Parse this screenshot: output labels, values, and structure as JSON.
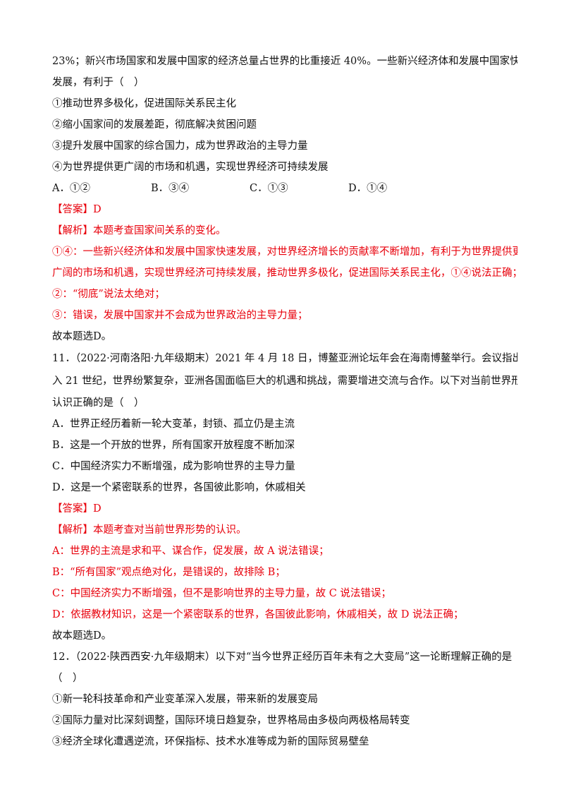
{
  "q10": {
    "line1": "23%；新兴市场国家和发展中国家的经济总量占世界的比重接近 40%。一些新兴经济体和发展中国家快速",
    "line2": "发展，有利于（　）",
    "items": [
      "①推动世界多极化，促进国际关系民主化",
      "②缩小国家间的发展差距，彻底解决贫困问题",
      "③提升发展中国家的综合国力，成为世界政治的主导力量",
      "④为世界提供更广阔的市场和机遇，实现世界经济可持续发展"
    ],
    "options": [
      "A．①②",
      "B．③④",
      "C．①③",
      "D．①④"
    ],
    "answer": "【答案】D",
    "analysis": [
      "【解析】本题考查国家间关系的变化。",
      "①④：一些新兴经济体和发展中国家快速发展，对世界经济增长的贡献率不断增加，有利于为世界提供更",
      "广阔的市场和机遇，实现世界经济可持续发展，推动世界多极化，促进国际关系民主化，①④说法正确；",
      "②：“彻底”说法太绝对；",
      "③：错误，发展中国家并不会成为世界政治的主导力量；"
    ],
    "conclusion": "故本题选D。"
  },
  "q11": {
    "stem": [
      "11．（2022·河南洛阳·九年级期末）2021 年 4 月 18 日，博鳌亚洲论坛年会在海南博鳌举行。会议指出，进",
      "入 21 世纪，世界纷繁复杂，亚洲各国面临巨大的机遇和挑战，需要增进交流与合作。以下对当前世界形势",
      "认识正确的是（　）"
    ],
    "options": [
      "A．世界正经历着新一轮大变革，封锁、孤立仍是主流",
      "B．这是一个开放的世界，所有国家开放程度不断加深",
      "C．中国经济实力不断增强，成为影响世界的主导力量",
      "D．这是一个紧密联系的世界，各国彼此影响，休戚相关"
    ],
    "answer": "【答案】D",
    "analysis": [
      "【解析】本题考查对当前世界形势的认识。",
      "A：世界的主流是求和平、谋合作，促发展，故 A 说法错误；",
      "B：“所有国家”观点绝对化，是错误的，故排除 B；",
      "C：中国经济实力不断增强，但不是影响世界的主导力量，故 C 说法错误；",
      "D：依据教材知识，这是一个紧密联系的世界，各国彼此影响，休戚相关，故 D 说法正确；"
    ],
    "conclusion": "故本题选D。"
  },
  "q12": {
    "stem": [
      "12．（2022·陕西西安·九年级期末）以下对“当今世界正经历百年未有之大变局”这一论断理解正确的是",
      "（　）"
    ],
    "items": [
      "①新一轮科技革命和产业变革深入发展，带来新的发展变局",
      "②国际力量对比深刻调整，国际环境日趋复杂，世界格局由多极向两极格局转变",
      "③经济全球化遭遇逆流，环保指标、技术水准等成为新的国际贸易壁垒"
    ]
  },
  "colors": {
    "text": "#111111",
    "highlight": "#e8000b"
  }
}
